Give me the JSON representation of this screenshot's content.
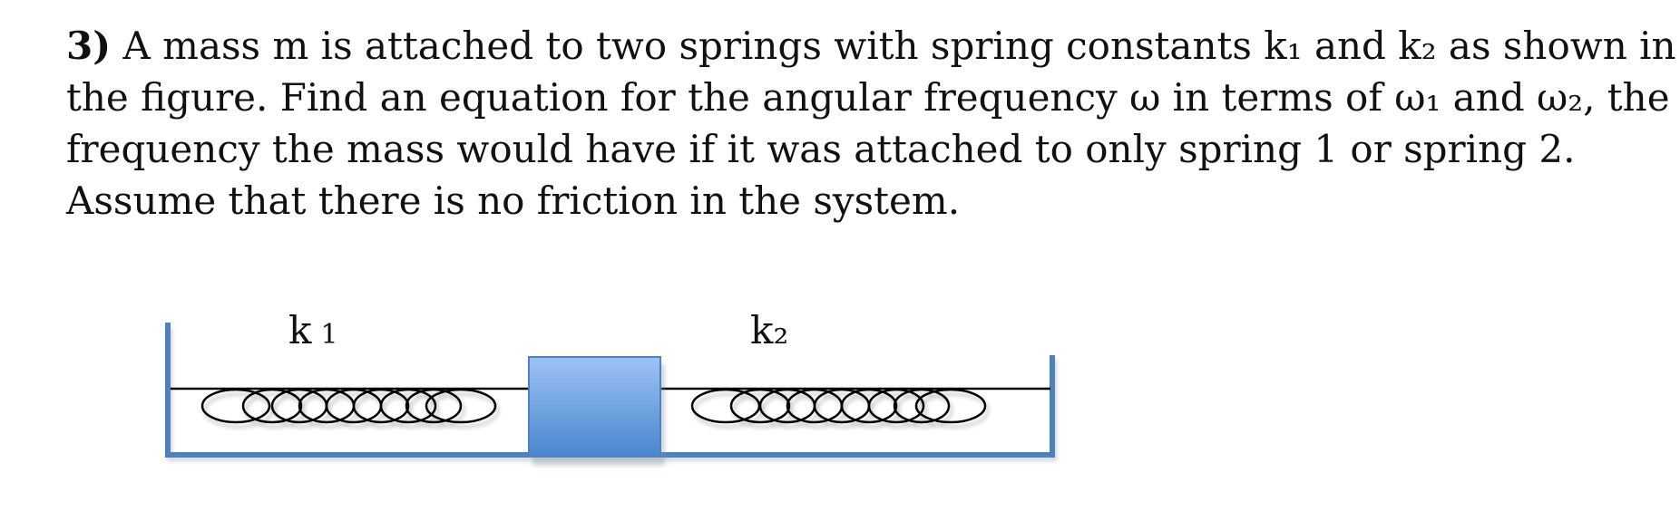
{
  "problem": {
    "number": "3)",
    "line1": " A mass m is attached to two springs with spring constants  k₁ and k₂ as shown in",
    "line2": "the figure.  Find an equation for the angular frequency  ω in terms of  ω₁ and ω₂,  the",
    "line3": "frequency the mass would have if it was attached to only spring 1 or spring 2.",
    "line4": "Assume that there is no friction in the system."
  },
  "figure": {
    "spring1_label": "k",
    "spring1_subscript": "1",
    "spring2_label": "k₂",
    "colors": {
      "wall": "#4f81bd",
      "block_top": "#9dc3f5",
      "block_bottom": "#4a86cf",
      "block_border": "#4f81bd",
      "spring": "#000000"
    }
  }
}
